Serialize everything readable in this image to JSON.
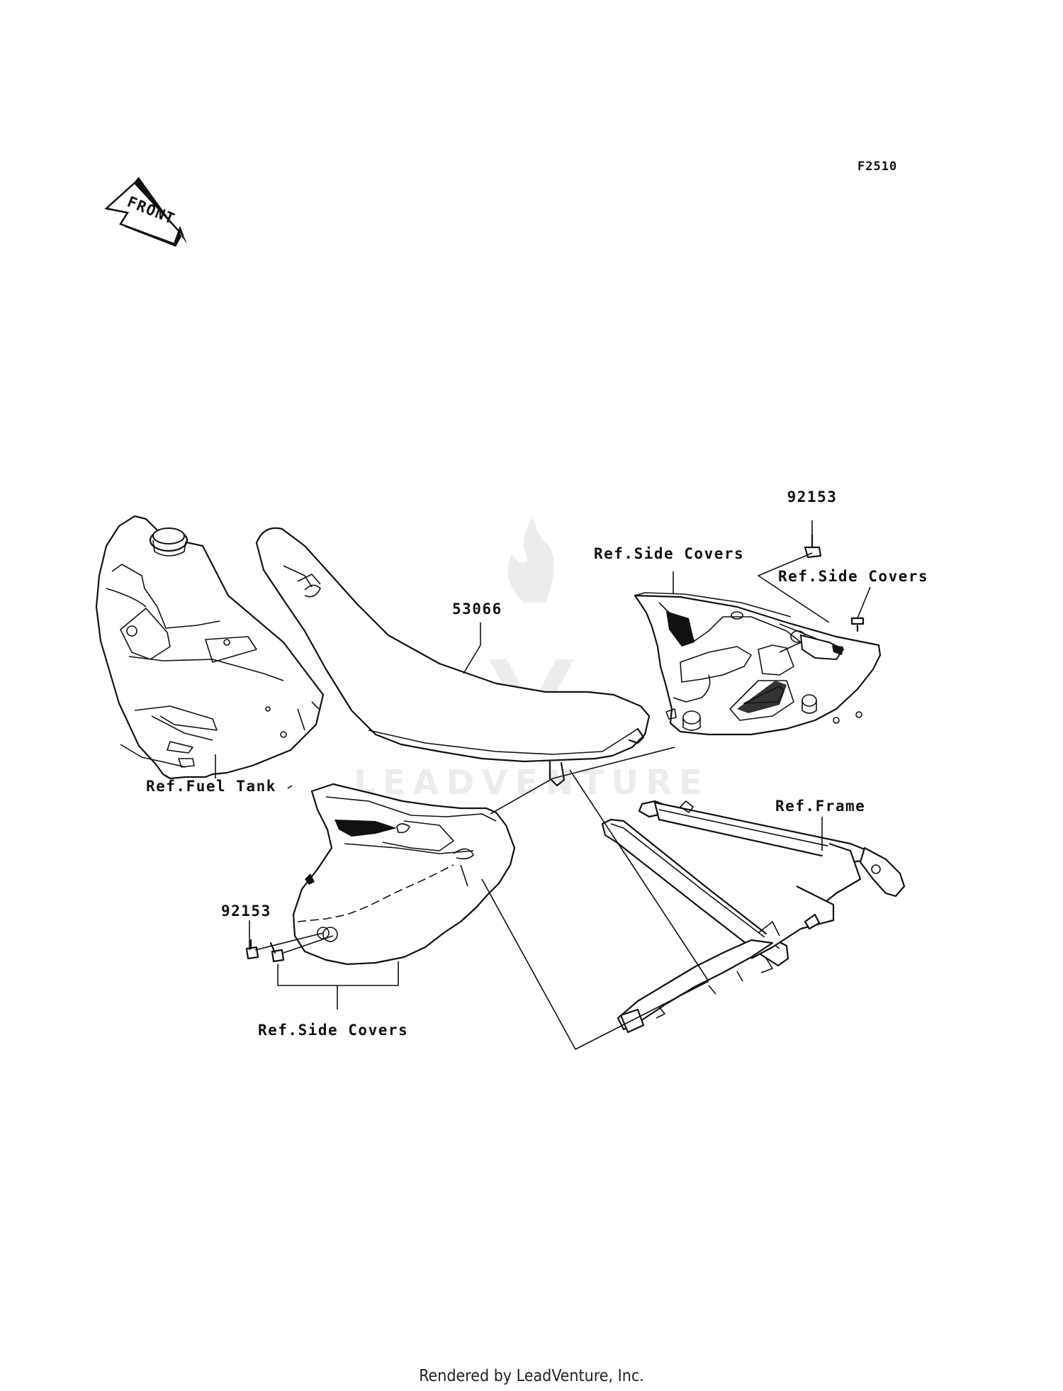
{
  "diagram_code": "F2510",
  "front_arrow": {
    "label": "FRONT",
    "icon": "front-arrow-icon"
  },
  "watermark": {
    "text": "LEADVENTURE",
    "icon": "leadventure-logo-icon"
  },
  "labels": {
    "part_seat": "53066",
    "bolt_top": "92153",
    "bolt_left": "92153",
    "ref_side_covers_top": "Ref.Side Covers",
    "ref_side_covers_top_right": "Ref.Side Covers",
    "ref_fuel_tank": "Ref.Fuel Tank",
    "ref_frame": "Ref.Frame",
    "ref_side_covers_bottom": "Ref.Side Covers"
  },
  "footer": "Rendered by LeadVenture, Inc."
}
